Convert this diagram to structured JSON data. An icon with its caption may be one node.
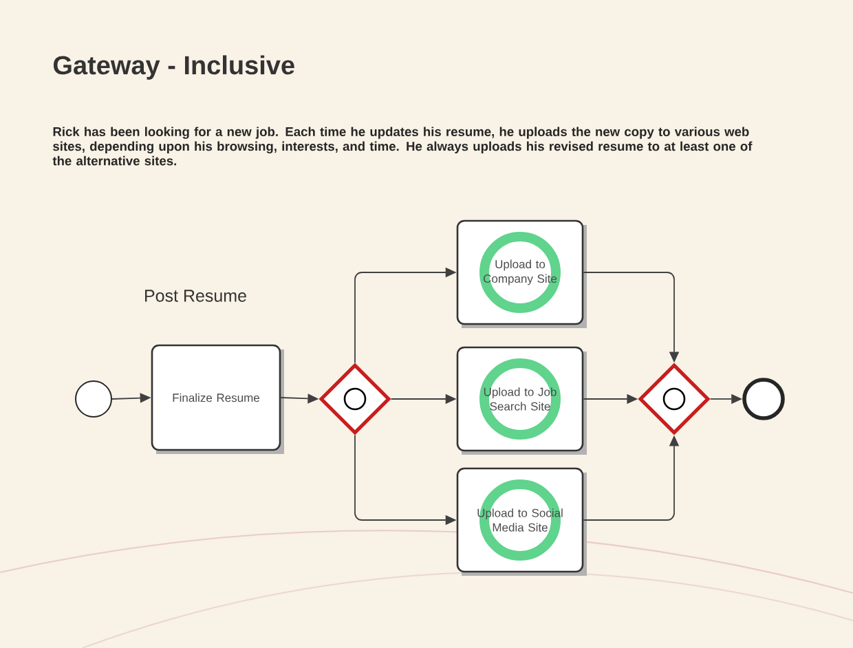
{
  "diagram": {
    "title": "Gateway - Inclusive",
    "nodes": [
      {
        "text": [],
        "shape": "circle"
      },
      {
        "text": [
          "Finalize Resume"
        ]
      },
      {
        "text": [],
        "shape": "diamond"
      },
      {
        "text": [
          "Upload to Company Site"
        ]
      },
      {
        "text": [
          "Upload to Job Search Site"
        ]
      },
      {
        "text": [
          "Upload to Social Media Site"
        ]
      },
      {
        "text": [],
        "shape": "diamond"
      },
      {
        "text": [],
        "shape": "circle"
      }
    ],
    "edges": [
      {
        "from": 0,
        "to": 1,
        "arrow": "to"
      },
      {
        "from": 1,
        "to": 2,
        "arrow": "to"
      },
      {
        "from": 2,
        "to": 3,
        "arrow": "to"
      },
      {
        "from": 2,
        "to": 4,
        "arrow": "to"
      },
      {
        "from": 2,
        "to": 5,
        "arrow": "to"
      },
      {
        "from": 3,
        "to": 6,
        "arrow": "to"
      },
      {
        "from": 4,
        "to": 6,
        "arrow": "to"
      },
      {
        "from": 5,
        "to": 6,
        "arrow": "to"
      },
      {
        "from": 6,
        "to": 7,
        "arrow": "to"
      }
    ],
    "labels": [
      "Rick has been looking for a new job. Each time he updates his resume, he uploads the new copy to various web sites, depending upon his browsing, interests, and time. He always uploads his revised resume to at least one of the alternative sites.",
      "Post Resume"
    ]
  }
}
